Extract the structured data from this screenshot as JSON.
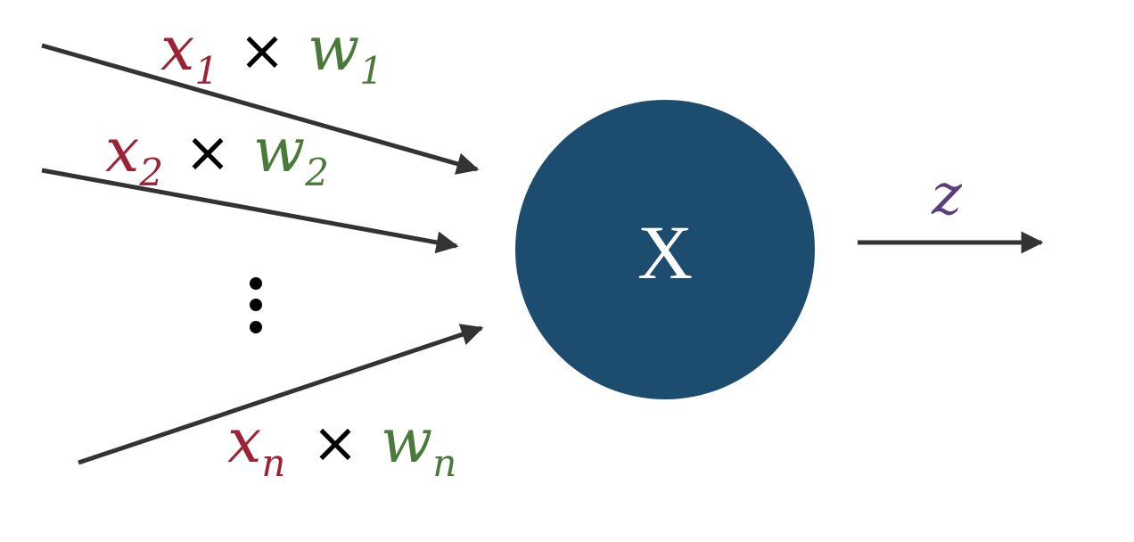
{
  "colors": {
    "input": "#9b2335",
    "weight": "#4a7a3a",
    "output": "#5b3f7a",
    "node_fill": "#1c4d6e",
    "arrow": "#333333",
    "node_text": "#ffffff",
    "operator": "#000000"
  },
  "inputs": [
    {
      "x_base": "x",
      "x_sub": "1",
      "op": "×",
      "w_base": "w",
      "w_sub": "1"
    },
    {
      "x_base": "x",
      "x_sub": "2",
      "op": "×",
      "w_base": "w",
      "w_sub": "2"
    },
    {
      "x_base": "x",
      "x_sub": "n",
      "op": "×",
      "w_base": "w",
      "w_sub": "n"
    }
  ],
  "node": {
    "label": "X"
  },
  "output": {
    "label": "z"
  }
}
